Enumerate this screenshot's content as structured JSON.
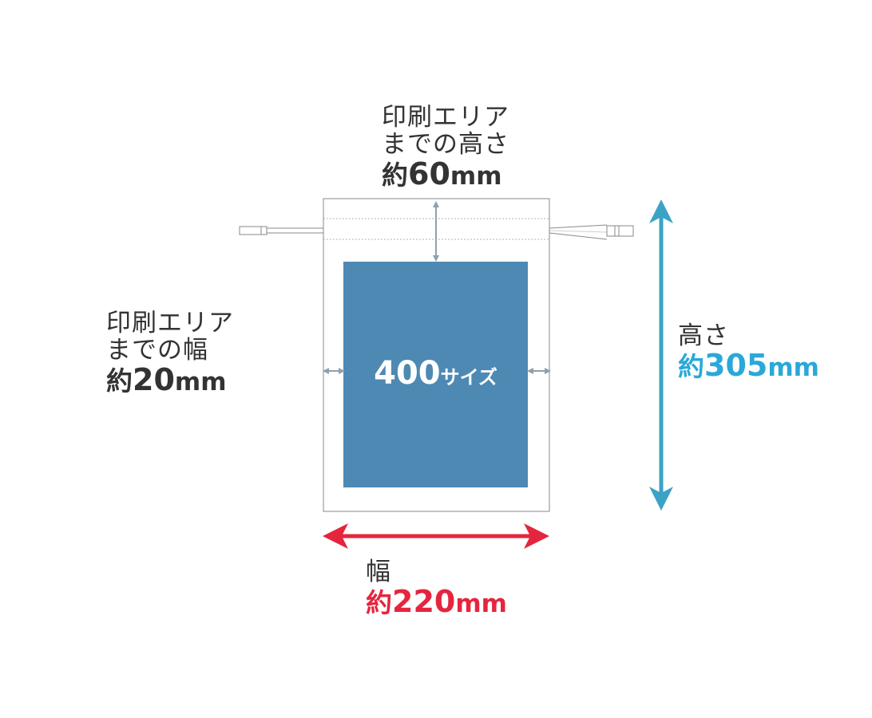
{
  "print_top": {
    "line1": "印刷エリア",
    "line2": "までの高さ",
    "prefix": "約",
    "value": "60",
    "unit": "mm"
  },
  "print_side": {
    "line1": "印刷エリア",
    "line2": "までの幅",
    "prefix": "約",
    "value": "20",
    "unit": "mm"
  },
  "height": {
    "label": "高さ",
    "prefix": "約",
    "value": "305",
    "unit": "mm"
  },
  "width": {
    "label": "幅",
    "prefix": "約",
    "value": "220",
    "unit": "mm"
  },
  "print_area": {
    "value": "400",
    "suffix": "サイズ"
  },
  "colors": {
    "print_area": "#4e89b4",
    "height_accent": "#2aa8d8",
    "height_arrow": "#3aa3c6",
    "width_accent": "#e5253e",
    "outline": "#8a8a8a",
    "dim_arrow": "#8fa0ad",
    "text": "#333333"
  }
}
